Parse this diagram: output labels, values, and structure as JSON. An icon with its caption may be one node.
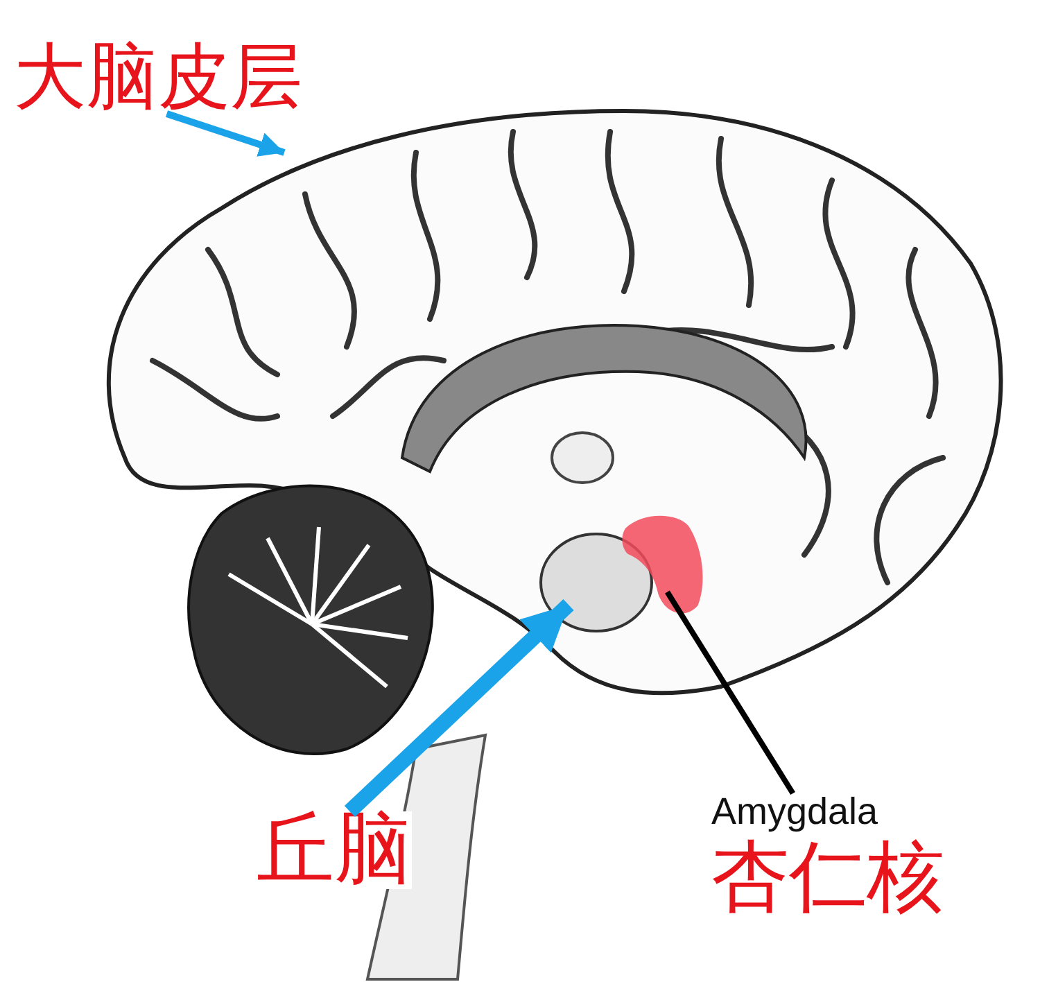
{
  "diagram": {
    "nodes": [
      {
        "text": [
          "大脑皮层"
        ]
      },
      {
        "text": [
          "丘脑"
        ]
      },
      {
        "text": [
          "Amygdala",
          "杏仁核"
        ]
      },
      {
        "text": [],
        "shape": "picture"
      }
    ],
    "edges": [
      {
        "from": 0,
        "to": null,
        "arrow": "to"
      },
      {
        "from": 1,
        "to": null,
        "arrow": "to",
        "style": "thick"
      },
      {
        "from": 2,
        "to": 3,
        "arrow": "none",
        "color": "#000000"
      }
    ]
  }
}
